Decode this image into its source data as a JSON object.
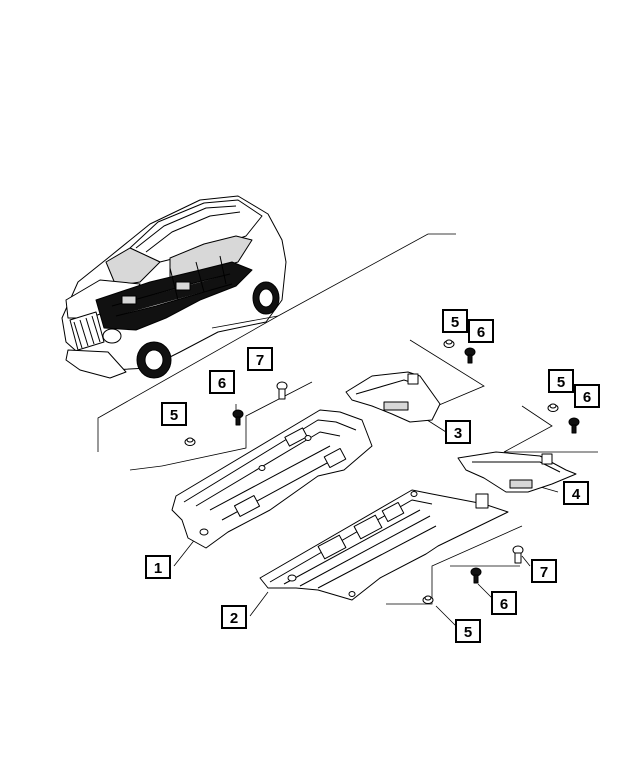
{
  "callouts": [
    {
      "label": "1"
    },
    {
      "label": "2"
    },
    {
      "label": "3"
    },
    {
      "label": "4"
    },
    {
      "label": "5"
    },
    {
      "label": "6"
    },
    {
      "label": "7"
    },
    {
      "label": "5"
    },
    {
      "label": "6"
    },
    {
      "label": "5"
    },
    {
      "label": "6"
    },
    {
      "label": "5"
    },
    {
      "label": "6"
    },
    {
      "label": "7"
    }
  ]
}
